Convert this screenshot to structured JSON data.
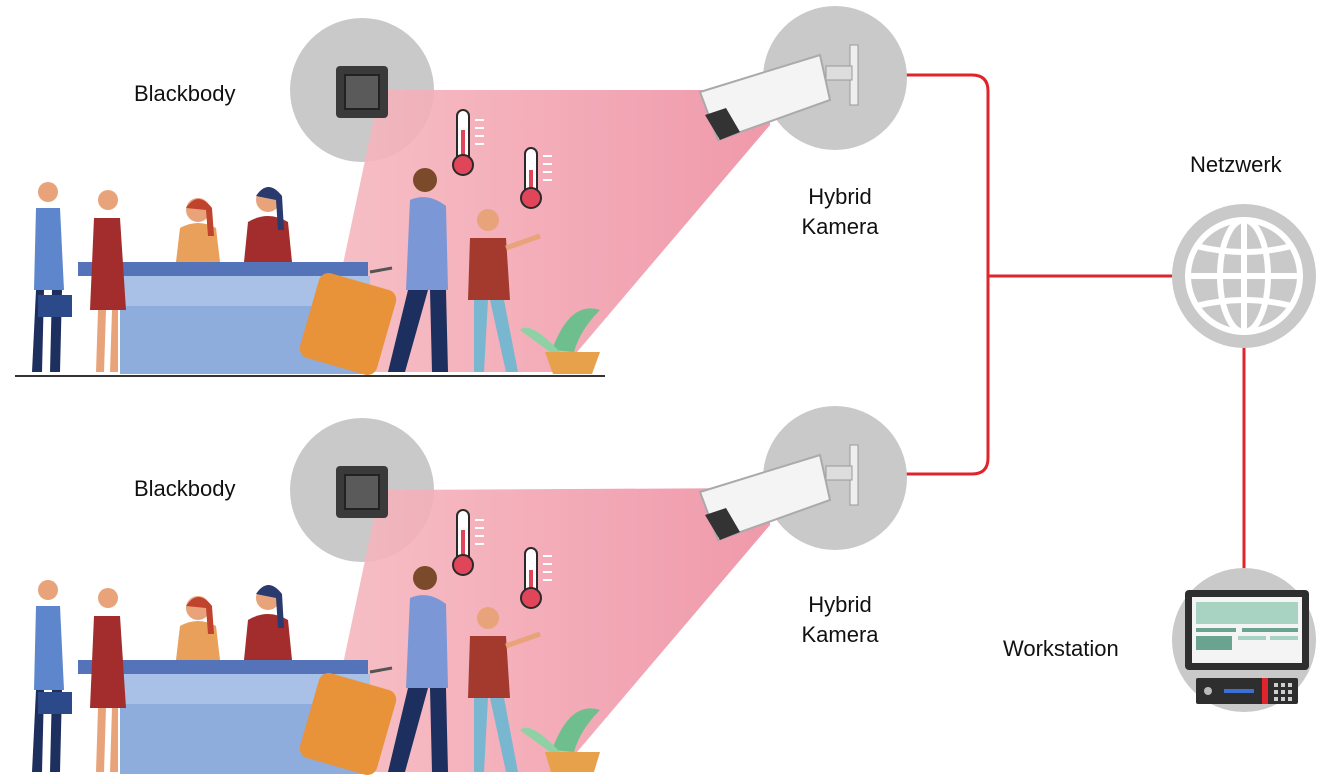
{
  "labels": {
    "blackbody_top": "Blackbody",
    "blackbody_bottom": "Blackbody",
    "camera_top_line1": "Hybrid",
    "camera_top_line2": "Kamera",
    "camera_bottom_line1": "Hybrid",
    "camera_bottom_line2": "Kamera",
    "network": "Netzwerk",
    "workstation": "Workstation"
  },
  "colors": {
    "connection_line": "#e0242b",
    "gray_circle": "#c8c8c8",
    "detection_cone": "#ef8f9f",
    "desk": "#6f8fcf"
  },
  "icons": [
    "blackbody-icon",
    "hybrid-camera-icon",
    "thermometer-icon",
    "network-globe-icon",
    "workstation-icon",
    "reception-scene"
  ]
}
